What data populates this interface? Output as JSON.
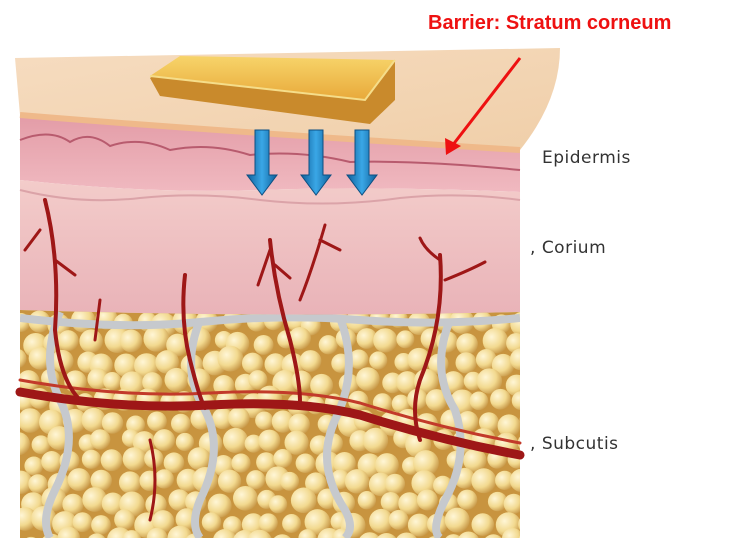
{
  "annotation": {
    "text": "Barrier: Stratum corneum",
    "color": "#ee1111"
  },
  "layers": [
    {
      "label": "Epidermis",
      "color": "#e7a3b0"
    },
    {
      "label": "Corium",
      "color": "#efc0c2"
    },
    {
      "label": "Subcutis",
      "color": "#d6a54e"
    }
  ],
  "patch": {
    "color": "#f2c24e"
  },
  "arrows": {
    "count": 3,
    "color": "#1f86c8"
  },
  "colors": {
    "stratum": "#f4c48e",
    "surface": "#f3d7b8",
    "vessel": "#9e1717",
    "septa": "#bfc3c8",
    "fat_cell": "#f4dc95"
  }
}
